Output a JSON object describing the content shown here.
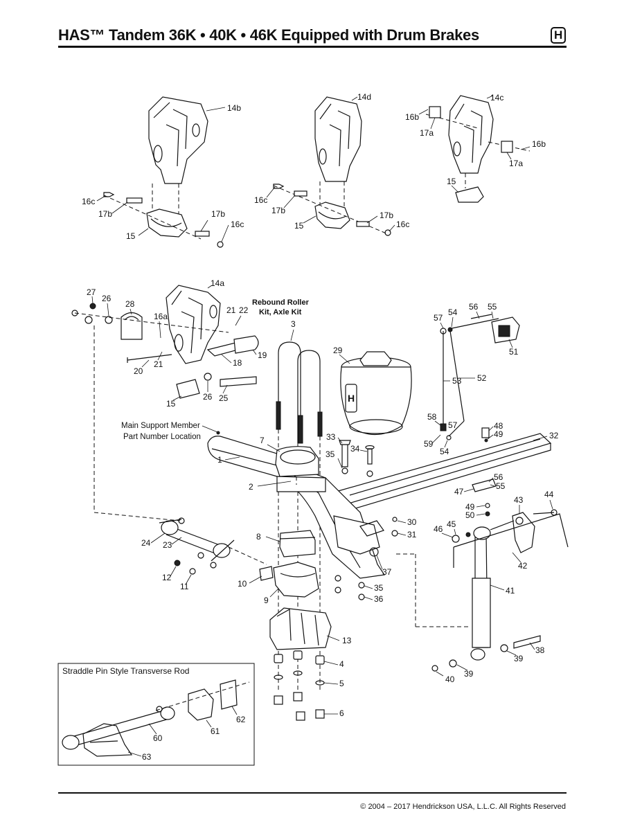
{
  "header": {
    "title": "HAS™ Tandem 36K • 40K • 46K Equipped with Drum Brakes",
    "logo_letter": "H"
  },
  "footer": {
    "copyright": "© 2004 – 2017 Hendrickson USA, L.L.C. All Rights Reserved"
  },
  "notes": {
    "rebound_roller_line1": "Rebound Roller",
    "rebound_roller_line2": "Kit, Axle Kit",
    "main_support_line1": "Main Support Member",
    "main_support_line2": "Part Number Location",
    "inset_title": "Straddle Pin Style Transverse Rod"
  },
  "callouts": {
    "c14b": "14b",
    "c14d": "14d",
    "c14c": "14c",
    "c14a": "14a",
    "c16c_a": "16c",
    "c17b_a": "17b",
    "c15_a": "15",
    "c17b_b": "17b",
    "c16c_b": "16c",
    "c16c_c": "16c",
    "c17b_c": "17b",
    "c15_b": "15",
    "c17b_d": "17b",
    "c16c_d": "16c",
    "c16b_a": "16b",
    "c17a_a": "17a",
    "c16b_b": "16b",
    "c17a_b": "17a",
    "c15_c": "15",
    "c27": "27",
    "c26_a": "26",
    "c28": "28",
    "c16a": "16a",
    "c21_a": "21",
    "c22": "22",
    "c21_b": "21",
    "c20": "20",
    "c18": "18",
    "c19": "19",
    "c15_d": "15",
    "c26_b": "26",
    "c25": "25",
    "c3": "3",
    "c29": "29",
    "c57_a": "57",
    "c54_a": "54",
    "c56_a": "56",
    "c55_a": "55",
    "c51": "51",
    "c53": "53",
    "c52": "52",
    "c58": "58",
    "c57_b": "57",
    "c59": "59",
    "c54_b": "54",
    "c48": "48",
    "c49_a": "49",
    "c32": "32",
    "c33": "33",
    "c34": "34",
    "c35_a": "35",
    "c7": "7",
    "c1": "1",
    "c2": "2",
    "c56_b": "56",
    "c55_b": "55",
    "c47": "47",
    "c43": "43",
    "c44": "44",
    "c49_b": "49",
    "c50": "50",
    "c45": "45",
    "c46": "46",
    "c30": "30",
    "c31": "31",
    "c8": "8",
    "c24": "24",
    "c23": "23",
    "c42": "42",
    "c37": "37",
    "c12": "12",
    "c11": "11",
    "c10": "10",
    "c9": "9",
    "c35_b": "35",
    "c36": "36",
    "c41": "41",
    "c13": "13",
    "c4": "4",
    "c5": "5",
    "c6": "6",
    "c38": "38",
    "c39_a": "39",
    "c40": "40",
    "c39_b": "39",
    "c60": "60",
    "c61": "61",
    "c62": "62",
    "c63": "63"
  }
}
